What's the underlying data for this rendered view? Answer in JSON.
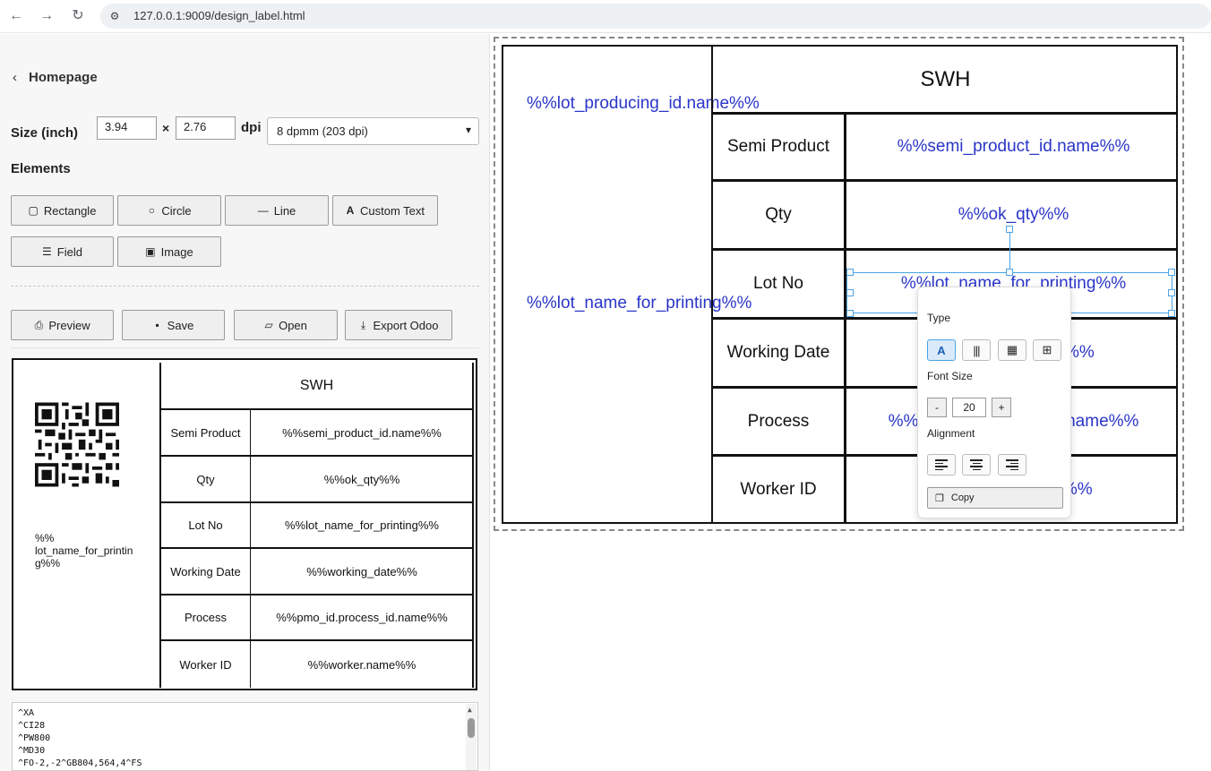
{
  "browser": {
    "url": "127.0.0.1:9009/design_label.html"
  },
  "sidebar": {
    "home_label": "Homepage",
    "size_label": "Size (inch)",
    "width_value": "3.94",
    "height_value": "2.76",
    "times_symbol": "×",
    "dpi_label": "dpi",
    "dpi_selected": "8 dpmm (203 dpi)",
    "elements_title": "Elements",
    "element_buttons": {
      "rectangle": "Rectangle",
      "circle": "Circle",
      "line": "Line",
      "custom_text": "Custom Text",
      "field": "Field",
      "image": "Image"
    },
    "action_buttons": {
      "preview": "Preview",
      "save": "Save",
      "open": "Open",
      "export": "Export Odoo"
    }
  },
  "preview": {
    "lot_name_text": "%%\nlot_name_for_printin\ng%%",
    "title": "SWH",
    "rows": [
      {
        "label": "Semi Product",
        "value": "%%semi_product_id.name%%"
      },
      {
        "label": "Qty",
        "value": "%%ok_qty%%"
      },
      {
        "label": "Lot No",
        "value": "%%lot_name_for_printing%%"
      },
      {
        "label": "Working Date",
        "value": "%%working_date%%"
      },
      {
        "label": "Process",
        "value": "%%pmo_id.process_id.name%%"
      },
      {
        "label": "Worker ID",
        "value": "%%worker.name%%"
      }
    ]
  },
  "zpl_code": [
    "^XA",
    "^CI28",
    "^PW800",
    "^MD30",
    "^FO-2,-2^GB804,564,4^FS"
  ],
  "canvas": {
    "lot_producing": "%%lot_producing_id.name%%",
    "lot_name": "%%lot_name_for_printing%%",
    "title": "SWH",
    "rows": [
      {
        "label": "Semi Product",
        "value": "%%semi_product_id.name%%"
      },
      {
        "label": "Qty",
        "value": "%%ok_qty%%"
      },
      {
        "label": "Lot No",
        "value": "%%lot_name_for_printing%%"
      },
      {
        "label": "Working Date",
        "value": "%%working_date%%"
      },
      {
        "label": "Process",
        "value": "%%pmo_id.process_id.name%%"
      },
      {
        "label": "Worker ID",
        "value": "%%worker.name%%"
      }
    ]
  },
  "popup": {
    "type_label": "Type",
    "font_size_label": "Font Size",
    "font_size_value": "20",
    "minus": "-",
    "plus": "+",
    "alignment_label": "Alignment",
    "copy_label": "Copy",
    "active_type": "text"
  },
  "colors": {
    "field_text": "#2a35c8",
    "selection": "#4aa3e8"
  }
}
